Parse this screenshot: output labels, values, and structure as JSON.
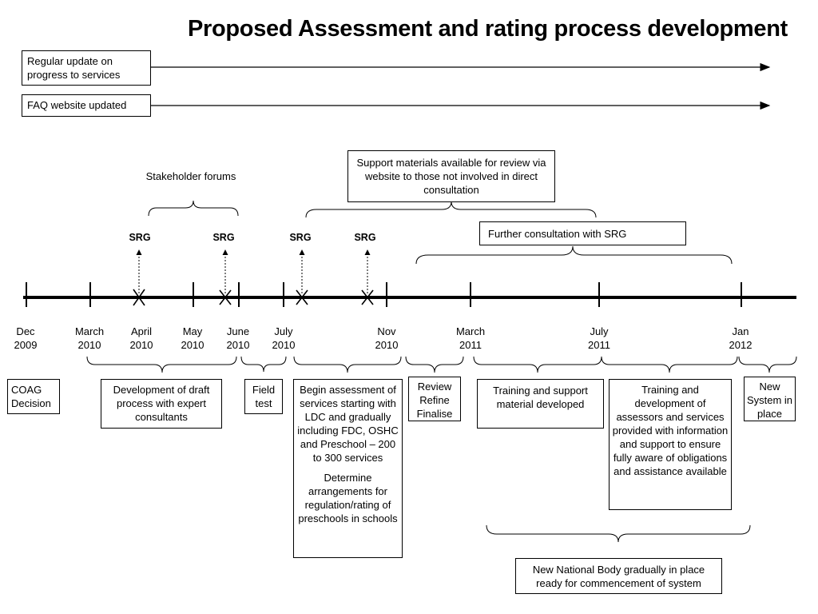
{
  "title": "Proposed Assessment and rating process development",
  "top_arrows": [
    {
      "label": "Regular update on progress to services"
    },
    {
      "label": "FAQ website updated"
    }
  ],
  "stakeholder_forums": "Stakeholder forums",
  "support_materials": "Support materials available for review via website to those not involved in direct consultation",
  "further_consultation": "Further consultation with SRG",
  "srg_labels": [
    "SRG",
    "SRG",
    "SRG",
    "SRG"
  ],
  "dates": [
    {
      "line1": "Dec",
      "line2": "2009"
    },
    {
      "line1": "March",
      "line2": "2010"
    },
    {
      "line1": "April",
      "line2": "2010"
    },
    {
      "line1": "May",
      "line2": "2010"
    },
    {
      "line1": "June",
      "line2": "2010"
    },
    {
      "line1": "July",
      "line2": "2010"
    },
    {
      "line1": "Nov",
      "line2": "2010"
    },
    {
      "line1": "March",
      "line2": "2011"
    },
    {
      "line1": "July",
      "line2": "2011"
    },
    {
      "line1": "Jan",
      "line2": "2012"
    }
  ],
  "phases": {
    "coag": "COAG Decision",
    "draft": "Development of draft process with expert consultants",
    "field": "Field test",
    "begin_assessment": "Begin assessment of services starting with LDC and gradually including FDC, OSHC and Preschool – 200 to 300 services",
    "determine": "Determine arrangements for regulation/rating of preschools in schools",
    "review": "Review Refine Finalise",
    "training_support": "Training and support material developed",
    "training_assessors": "Training and development of assessors and services provided with information and support to ensure fully aware of obligations and assistance available",
    "new_system": "New System in place",
    "national_body": "New National Body gradually in place ready for commencement of system"
  }
}
